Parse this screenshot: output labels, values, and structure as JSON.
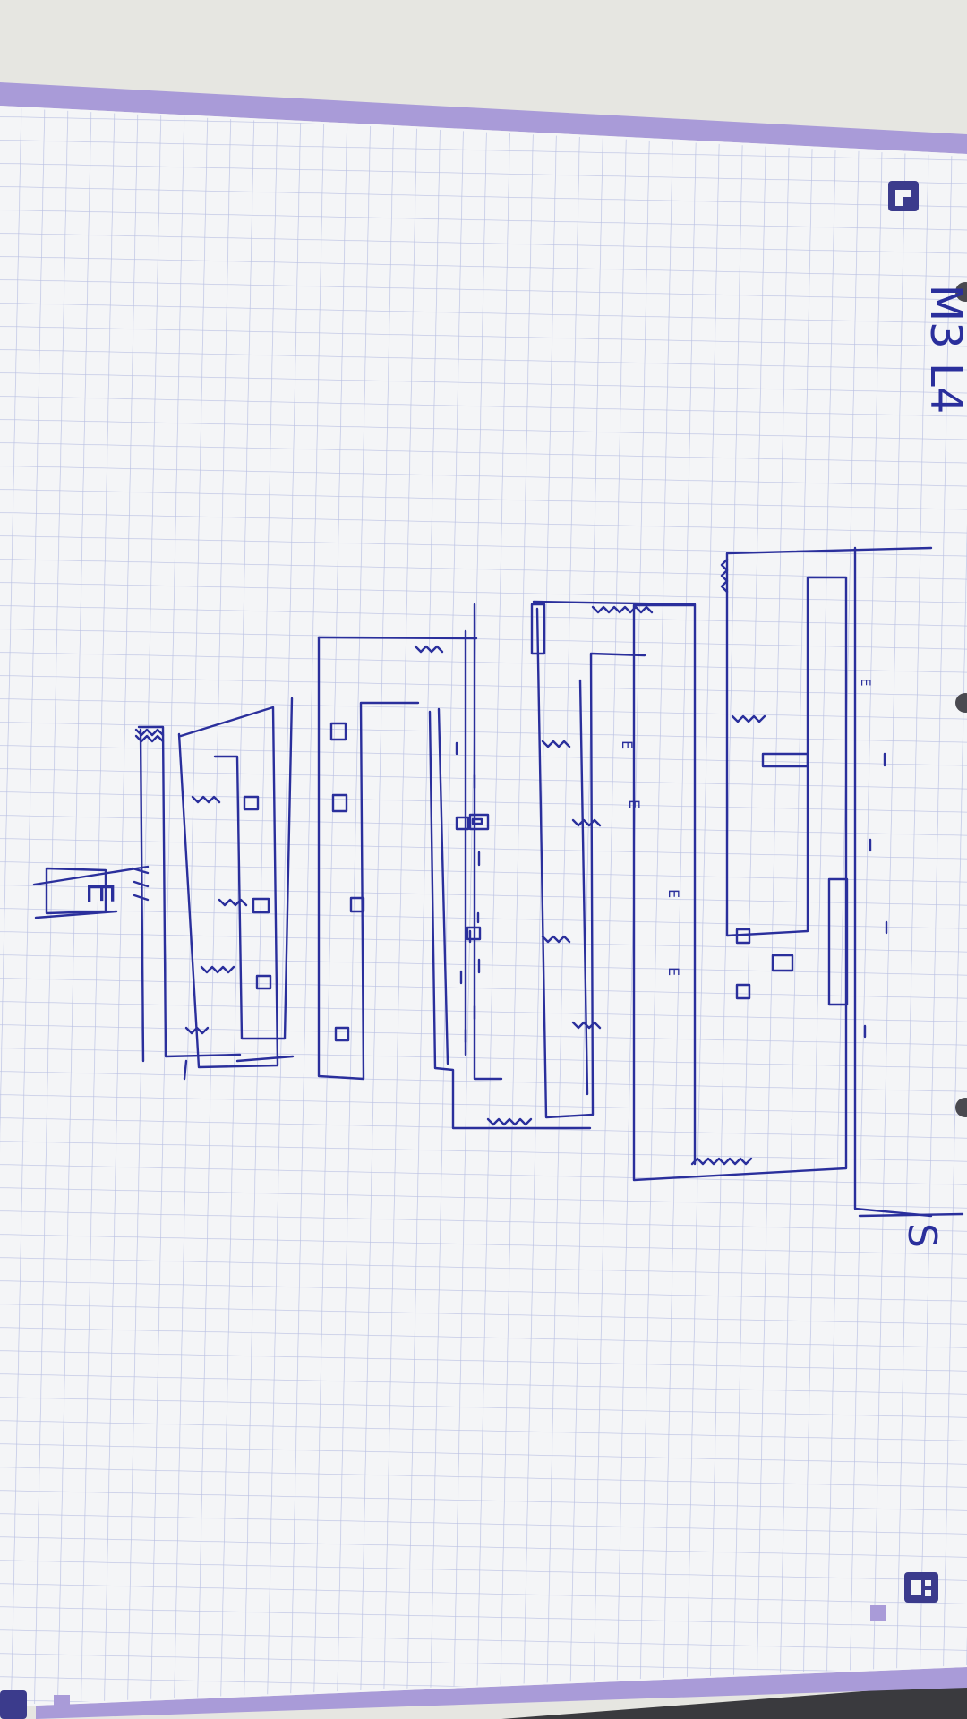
{
  "photo": {
    "paper_color": "#f4f5f7",
    "grid_color": "#b9c0e2",
    "ink_color": "#2a2f9c",
    "binding_color": "#a99bd8",
    "tab_color": "#3b3b8c",
    "background_color": "#e6e6e1"
  },
  "sketch": {
    "title": "M3 L4",
    "start_marker": "S",
    "exit_label": "E",
    "block_label": "E"
  },
  "corner_icons": {
    "top_right": "folded-corner-icon",
    "bottom_right": "folded-corner-icon",
    "bottom_left": "folded-corner-icon"
  }
}
